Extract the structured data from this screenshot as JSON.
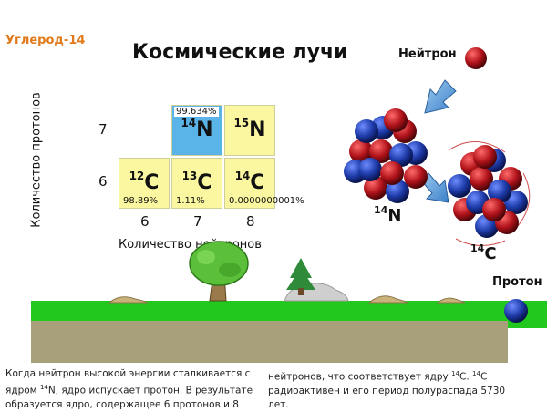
{
  "header_title": "Углерод-14",
  "main_title": "Космические лучи",
  "labels": {
    "neutron": "Нейтрон",
    "proton": "Протон",
    "n14_mass": "14",
    "n14_symbol": "N",
    "c14_mass": "14",
    "c14_symbol": "C"
  },
  "axes": {
    "ylabel": "Количество протонов",
    "xlabel": "Количество нейтронов",
    "y_ticks": [
      "7",
      "6"
    ],
    "x_ticks": [
      "6",
      "7",
      "8"
    ]
  },
  "chart_data": {
    "type": "table",
    "xlabel": "Количество нейтронов",
    "ylabel": "Количество протонов",
    "cells": [
      {
        "mass": "14",
        "symbol": "N",
        "protons": 7,
        "neutrons": 7,
        "abundance": "99.634%",
        "color": "#5ab4e8"
      },
      {
        "mass": "15",
        "symbol": "N",
        "protons": 7,
        "neutrons": 8,
        "abundance": "",
        "color": "#fbf7a0"
      },
      {
        "mass": "12",
        "symbol": "C",
        "protons": 6,
        "neutrons": 6,
        "abundance": "98.89%",
        "color": "#fbf7a0"
      },
      {
        "mass": "13",
        "symbol": "C",
        "protons": 6,
        "neutrons": 7,
        "abundance": "1.11%",
        "color": "#fbf7a0"
      },
      {
        "mass": "14",
        "symbol": "C",
        "protons": 6,
        "neutrons": 8,
        "abundance": "0.0000000001%",
        "color": "#fbf7a0"
      }
    ]
  },
  "caption_left": {
    "line1": "Когда нейтрон высокой энергии сталкивается с",
    "line2_pre": "ядром ",
    "line2_sup": "14",
    "line2_post": "N, ядро испускает протон. В результате",
    "line3": "образуется ядро, содержащее 6 протонов и 8"
  },
  "caption_right": {
    "line1_pre": "нейтронов, что соответствует ядру ",
    "line1_sup": "14",
    "line1_mid": "C. ",
    "line1_sup2": "14",
    "line1_post": "C",
    "line2": "радиоактивен и его период полураспада 5730",
    "line3": "лет."
  },
  "colors": {
    "title_orange": "#e07a1a",
    "highlight_blue": "#5ab4e8",
    "cell_yellow": "#fbf7a0",
    "grass": "#22c81e",
    "soil": "#a7a07a",
    "neutron": "#b0121a",
    "proton": "#1d3aa8"
  }
}
